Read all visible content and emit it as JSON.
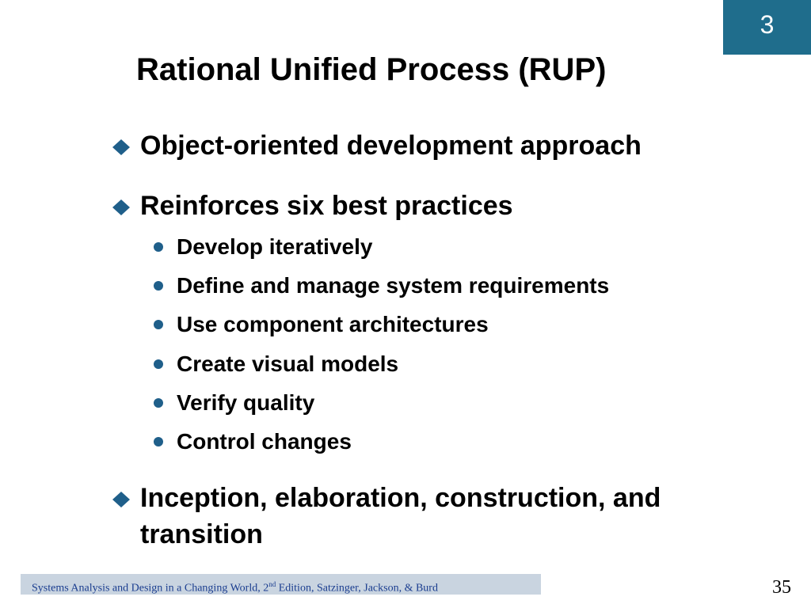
{
  "slide": {
    "chapter": "3",
    "title": "Rational Unified Process (RUP)",
    "bullets": [
      "Object-oriented development approach",
      "Reinforces six best practices",
      "Inception, elaboration, construction, and transition"
    ],
    "sub_bullets": [
      "Develop iteratively",
      "Define and manage system requirements",
      "Use component architectures",
      "Create visual models",
      "Verify quality",
      "Control changes"
    ],
    "footer": {
      "text_before": "Systems Analysis and Design in a Changing World, 2",
      "superscript": "nd",
      "text_after": " Edition, Satzinger, Jackson, & Burd"
    },
    "page_number": "35"
  },
  "colors": {
    "accent": "#1f6d8c",
    "bullet": "#1f5f8a",
    "footer_bar": "#c9d4e0",
    "footer_text": "#1a3d8f"
  },
  "icons": {
    "main_bullet": "diamond-bullet-icon",
    "sub_bullet": "dot-bullet-icon"
  }
}
